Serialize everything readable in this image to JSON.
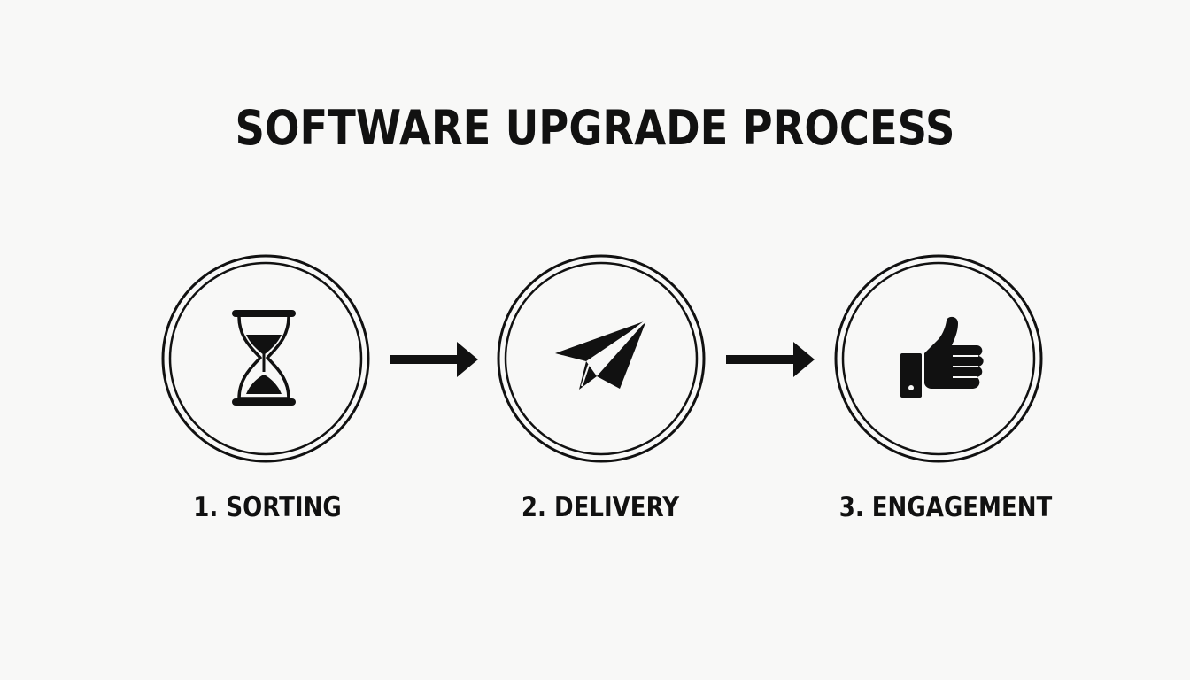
{
  "title": "SOFTWARE UPGRADE PROCESS",
  "colors": {
    "background": "#f8f8f7",
    "ink": "#111111"
  },
  "steps": [
    {
      "label": "1. SORTING",
      "icon": "hourglass-icon"
    },
    {
      "label": "2. DELIVERY",
      "icon": "paper-plane-icon"
    },
    {
      "label": "3. ENGAGEMENT",
      "icon": "thumbs-up-icon"
    }
  ],
  "connectors": [
    "right-arrow-icon",
    "right-arrow-icon"
  ]
}
